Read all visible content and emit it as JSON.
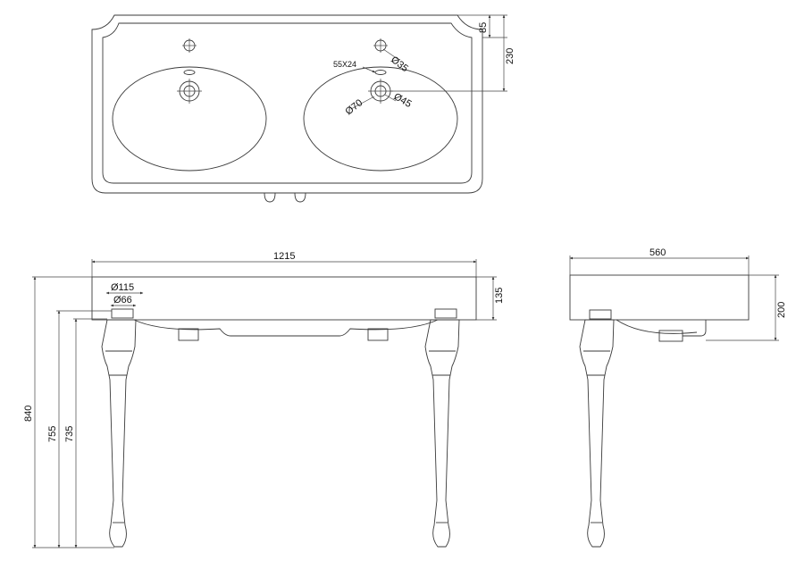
{
  "labels": {
    "d85": "85",
    "d230": "230",
    "d35": "Ø35",
    "d55x24": "55X24",
    "d70": "Ø70",
    "d45": "Ø45",
    "d1215": "1215",
    "d115": "Ø115",
    "d66": "Ø66",
    "d135": "135",
    "d840": "840",
    "d755": "755",
    "d735": "735",
    "d560": "560",
    "d200": "200"
  }
}
